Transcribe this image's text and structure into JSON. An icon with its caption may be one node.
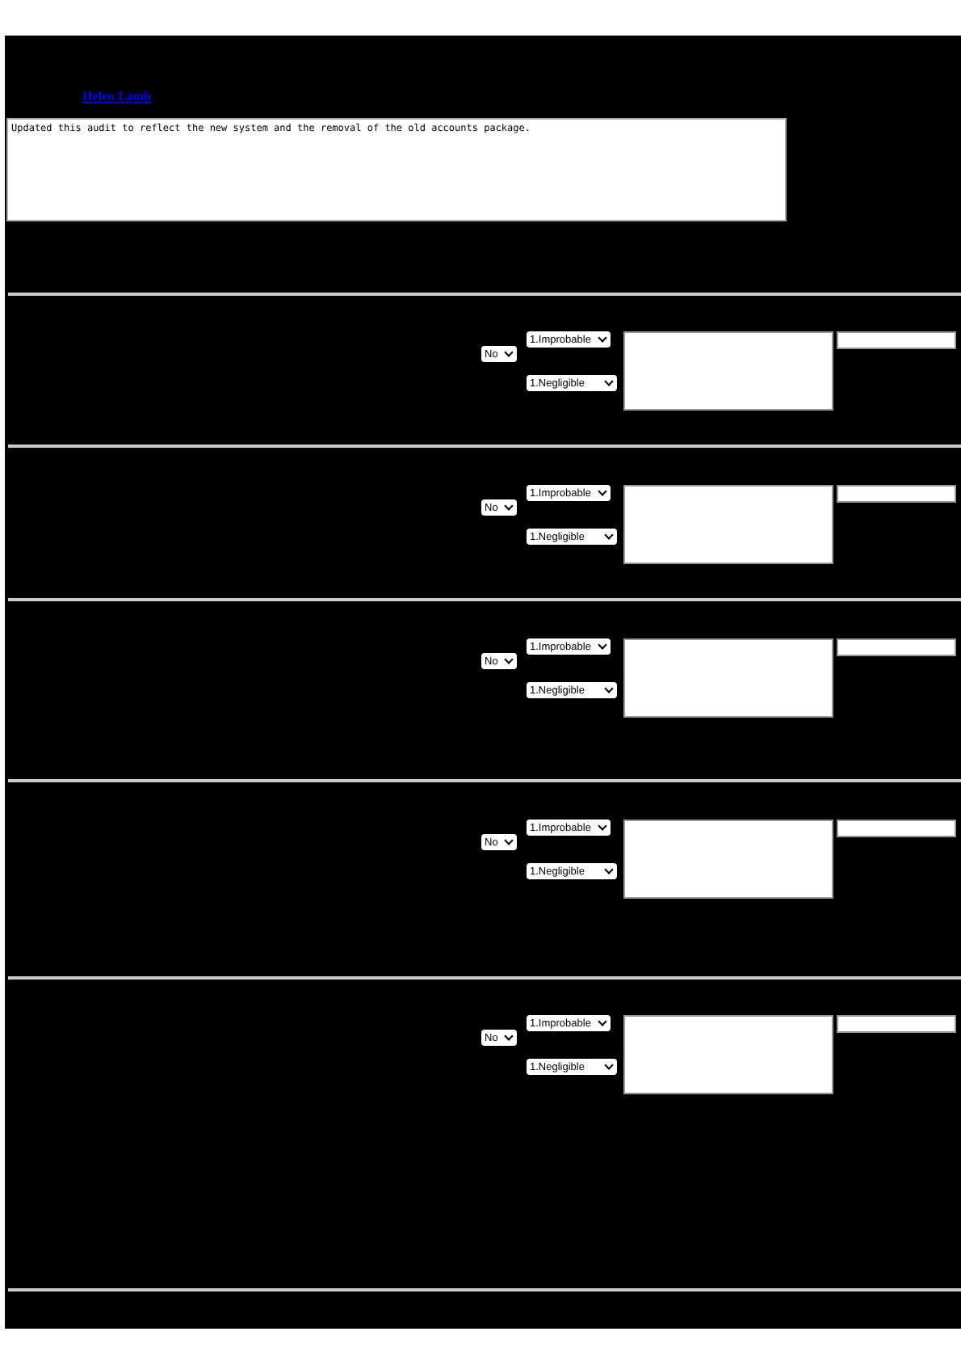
{
  "diagram": {
    "nodes": [
      {
        "text": [],
        "shape": "box"
      },
      {
        "text": [],
        "shape": "box"
      },
      {
        "text": [],
        "shape": "box"
      },
      {
        "text": [],
        "shape": "box"
      },
      {
        "text": [],
        "shape": "box"
      }
    ],
    "labels": [
      "Helen Lamb",
      "Updated this audit to reflect the new system and the removal of the old accounts package.",
      "No",
      "1.Improbable",
      "1.Negligible",
      "No",
      "1.Improbable",
      "1.Negligible",
      "No",
      "1.Improbable",
      "1.Negligible",
      "No",
      "1.Improbable",
      "1.Negligible",
      "No",
      "1.Improbable",
      "1.Negligible"
    ]
  }
}
